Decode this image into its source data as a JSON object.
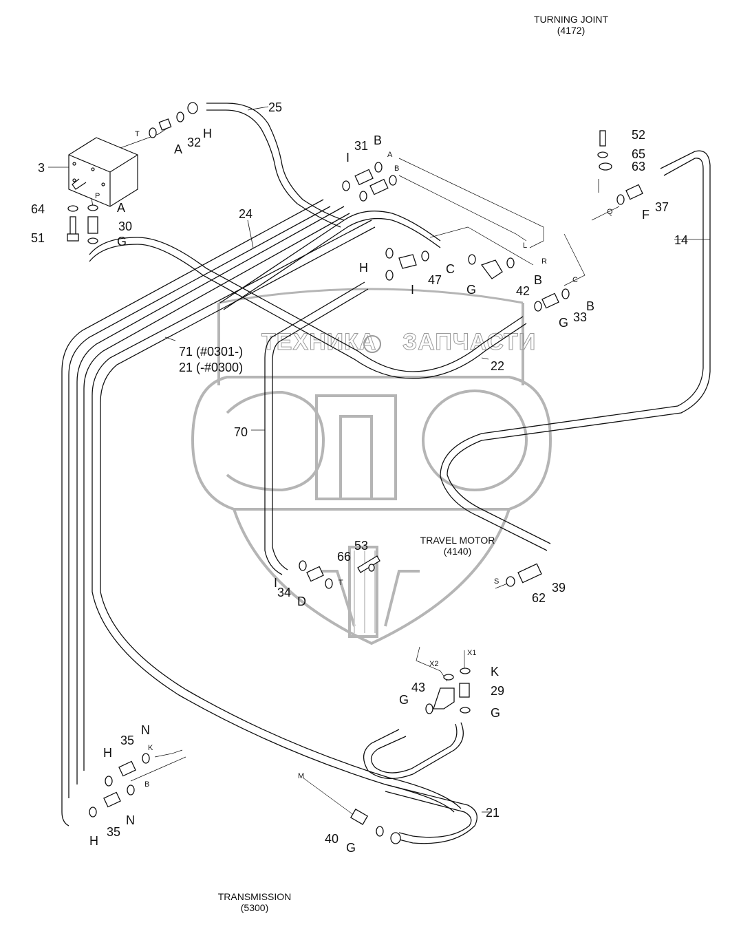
{
  "diagram": {
    "type": "hydraulic piping parts diagram",
    "components": [
      {
        "name": "TURNING JOINT",
        "code": "(4172)"
      },
      {
        "name": "TRAVEL MOTOR",
        "code": "(4140)"
      },
      {
        "name": "TRANSMISSION",
        "code": "(5300)"
      }
    ],
    "watermark": {
      "top_left": "ТЕХНИКА",
      "top_right": "ЗАПЧАСТИ",
      "logo": "ЭПФ"
    },
    "callouts": {
      "c3": "3",
      "c64": "64",
      "c51": "51",
      "c30": "30",
      "cA1": "A",
      "cG1": "G",
      "c32": "32",
      "cA2": "A",
      "cH1": "H",
      "c25": "25",
      "c24": "24",
      "c31": "31",
      "cB1": "B",
      "cI1": "I",
      "cH2": "H",
      "c47": "47",
      "cC1": "C",
      "cG2": "G",
      "c42": "42",
      "cB2": "B",
      "cI2": "I",
      "c33": "33",
      "cG3": "G",
      "cB3": "B",
      "c52": "52",
      "c65": "65",
      "c63": "63",
      "c37": "37",
      "cF": "F",
      "c14": "14",
      "c71": "71 (#0301-)",
      "c21a": "21 (-#0300)",
      "c22": "22",
      "c70": "70",
      "c53": "53",
      "c66": "66",
      "cI3": "I",
      "c34": "34",
      "cD": "D",
      "c39": "39",
      "c62": "62",
      "c43": "43",
      "cK": "K",
      "c29": "29",
      "cG4": "G",
      "cG5": "G",
      "c35a": "35",
      "cN1": "N",
      "cH3": "H",
      "c35b": "35",
      "cN2": "N",
      "cH4": "H",
      "c40": "40",
      "cG6": "G",
      "c21b": "21"
    },
    "port_labels": {
      "T1": "T",
      "P": "P",
      "A": "A",
      "B": "B",
      "L": "L",
      "R": "R",
      "C": "C",
      "Q": "Q",
      "T2": "T",
      "S": "S",
      "X1": "X1",
      "X2": "X2",
      "K": "K",
      "B2": "B",
      "M": "M"
    }
  }
}
